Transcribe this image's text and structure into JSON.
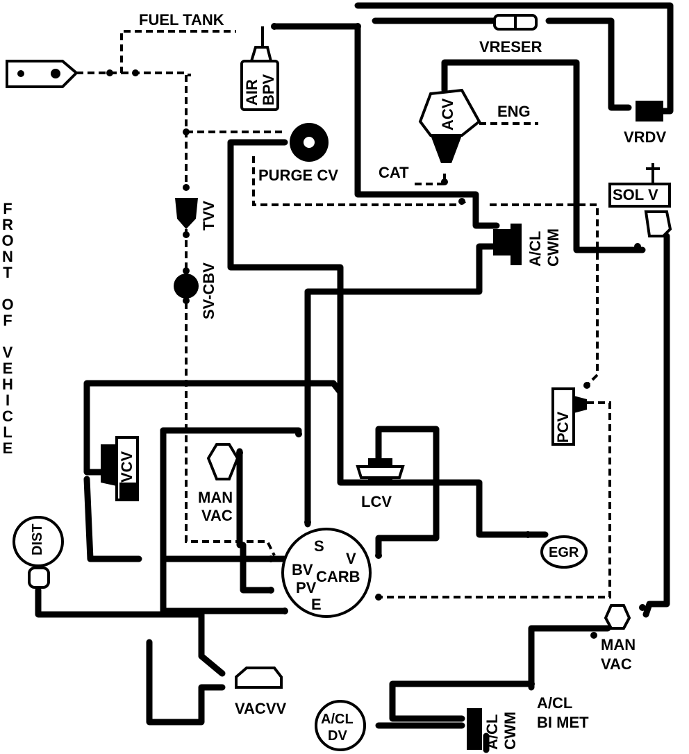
{
  "labels": {
    "fuel_tank": "FUEL TANK",
    "air_bpv_1": "AIR",
    "air_bpv_2": "BPV",
    "vreser": "VRESER",
    "acv": "ACV",
    "eng": "ENG",
    "vrdv": "VRDV",
    "purge_cv": "PURGE CV",
    "cat": "CAT",
    "sol_v": "SOL V",
    "tvv": "TVV",
    "acl_cwm_top_1": "A/CL",
    "acl_cwm_top_2": "CWM",
    "sv_cbv": "SV-CBV",
    "front_of_vehicle": [
      "F",
      "R",
      "O",
      "N",
      "T",
      "",
      "O",
      "F",
      "",
      "V",
      "E",
      "H",
      "I",
      "C",
      "L",
      "E"
    ],
    "pcv": "PCV",
    "vcv": "VCV",
    "man_vac_left_1": "MAN",
    "man_vac_left_2": "VAC",
    "lcv": "LCV",
    "egr": "EGR",
    "dist": "DIST",
    "carb_s": "S",
    "carb_v": "V",
    "carb_bv": "BV",
    "carb_carb": "CARB",
    "carb_pv": "PV",
    "carb_e": "E",
    "man_vac_right_1": "MAN",
    "man_vac_right_2": "VAC",
    "vacvv": "VACVV",
    "acl_bimet_1": "A/CL",
    "acl_bimet_2": "BI MET",
    "acl_dv_1": "A/CL",
    "acl_dv_2": "DV",
    "acl_cwm_bottom_1": "A/CL",
    "acl_cwm_bottom_2": "CWM"
  }
}
